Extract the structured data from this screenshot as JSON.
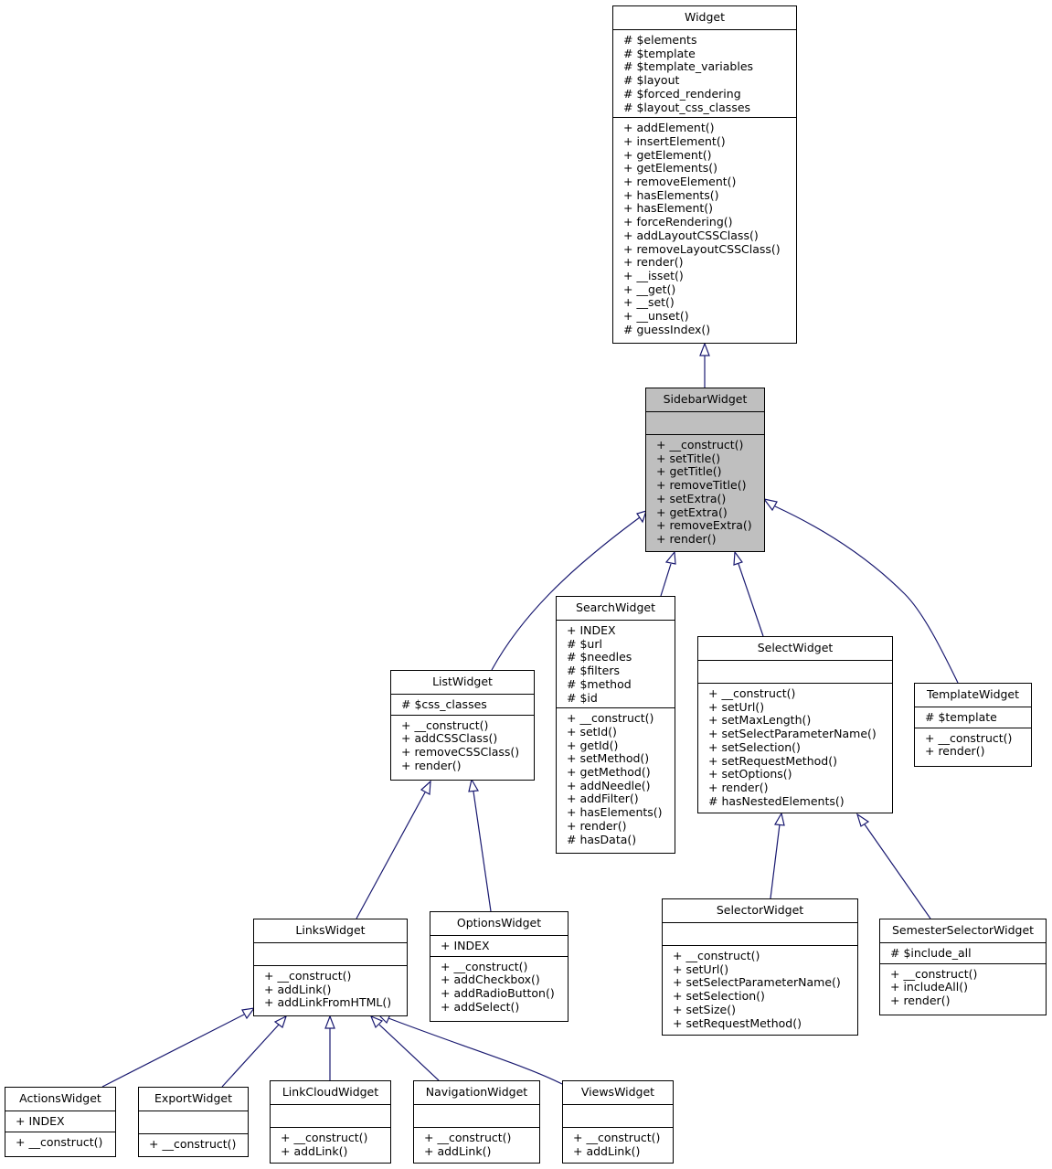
{
  "classes": {
    "widget": {
      "name": "Widget",
      "attributes": [
        "# $elements",
        "# $template",
        "# $template_variables",
        "# $layout",
        "# $forced_rendering",
        "# $layout_css_classes"
      ],
      "methods": [
        "+ addElement()",
        "+ insertElement()",
        "+ getElement()",
        "+ getElements()",
        "+ removeElement()",
        "+ hasElements()",
        "+ hasElement()",
        "+ forceRendering()",
        "+ addLayoutCSSClass()",
        "+ removeLayoutCSSClass()",
        "+ render()",
        "+ __isset()",
        "+ __get()",
        "+ __set()",
        "+ __unset()",
        "# guessIndex()"
      ]
    },
    "sidebar": {
      "name": "SidebarWidget",
      "attributes": [],
      "methods": [
        "+ __construct()",
        "+ setTitle()",
        "+ getTitle()",
        "+ removeTitle()",
        "+ setExtra()",
        "+ getExtra()",
        "+ removeExtra()",
        "+ render()"
      ]
    },
    "search": {
      "name": "SearchWidget",
      "attributes": [
        "+ INDEX",
        "# $url",
        "# $needles",
        "# $filters",
        "# $method",
        "# $id"
      ],
      "methods": [
        "+ __construct()",
        "+ setId()",
        "+ getId()",
        "+ setMethod()",
        "+ getMethod()",
        "+ addNeedle()",
        "+ addFilter()",
        "+ hasElements()",
        "+ render()",
        "# hasData()"
      ]
    },
    "select": {
      "name": "SelectWidget",
      "attributes": [],
      "methods": [
        "+ __construct()",
        "+ setUrl()",
        "+ setMaxLength()",
        "+ setSelectParameterName()",
        "+ setSelection()",
        "+ setRequestMethod()",
        "+ setOptions()",
        "+ render()",
        "# hasNestedElements()"
      ]
    },
    "list": {
      "name": "ListWidget",
      "attributes": [
        "# $css_classes"
      ],
      "methods": [
        "+ __construct()",
        "+ addCSSClass()",
        "+ removeCSSClass()",
        "+ render()"
      ]
    },
    "template": {
      "name": "TemplateWidget",
      "attributes": [
        "# $template"
      ],
      "methods": [
        "+ __construct()",
        "+ render()"
      ]
    },
    "links": {
      "name": "LinksWidget",
      "attributes": [],
      "methods": [
        "+ __construct()",
        "+ addLink()",
        "+ addLinkFromHTML()"
      ]
    },
    "options": {
      "name": "OptionsWidget",
      "attributes": [
        "+ INDEX"
      ],
      "methods": [
        "+ __construct()",
        "+ addCheckbox()",
        "+ addRadioButton()",
        "+ addSelect()"
      ]
    },
    "selector": {
      "name": "SelectorWidget",
      "attributes": [],
      "methods": [
        "+ __construct()",
        "+ setUrl()",
        "+ setSelectParameterName()",
        "+ setSelection()",
        "+ setSize()",
        "+ setRequestMethod()"
      ]
    },
    "semester": {
      "name": "SemesterSelectorWidget",
      "attributes": [
        "# $include_all"
      ],
      "methods": [
        "+ __construct()",
        "+ includeAll()",
        "+ render()"
      ]
    },
    "actions": {
      "name": "ActionsWidget",
      "attributes": [
        "+ INDEX"
      ],
      "methods": [
        "+ __construct()"
      ]
    },
    "export": {
      "name": "ExportWidget",
      "attributes": [],
      "methods": [
        "+ __construct()"
      ]
    },
    "linkcloud": {
      "name": "LinkCloudWidget",
      "attributes": [],
      "methods": [
        "+ __construct()",
        "+ addLink()"
      ]
    },
    "navigation": {
      "name": "NavigationWidget",
      "attributes": [],
      "methods": [
        "+ __construct()",
        "+ addLink()"
      ]
    },
    "views": {
      "name": "ViewsWidget",
      "attributes": [],
      "methods": [
        "+ __construct()",
        "+ addLink()"
      ]
    }
  },
  "inheritance": [
    [
      "sidebar",
      "widget"
    ],
    [
      "list",
      "sidebar"
    ],
    [
      "search",
      "sidebar"
    ],
    [
      "select",
      "sidebar"
    ],
    [
      "template",
      "sidebar"
    ],
    [
      "links",
      "list"
    ],
    [
      "options",
      "list"
    ],
    [
      "selector",
      "select"
    ],
    [
      "semester",
      "select"
    ],
    [
      "actions",
      "links"
    ],
    [
      "export",
      "links"
    ],
    [
      "linkcloud",
      "links"
    ],
    [
      "navigation",
      "links"
    ],
    [
      "views",
      "links"
    ]
  ],
  "colors": {
    "edge": "#191970",
    "highlight": "#bfbfbf"
  }
}
